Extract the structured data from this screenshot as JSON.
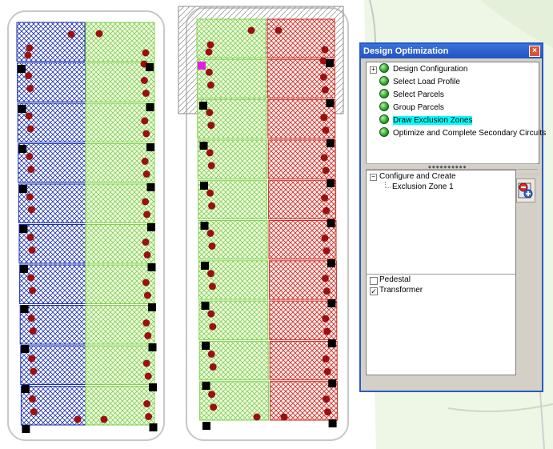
{
  "panel": {
    "title": "Design Optimization",
    "steps": [
      {
        "label": "Design Configuration",
        "expandable": true,
        "selected": false
      },
      {
        "label": "Select Load Profile",
        "expandable": false,
        "selected": false
      },
      {
        "label": "Select Parcels",
        "expandable": false,
        "selected": false
      },
      {
        "label": "Group Parcels",
        "expandable": false,
        "selected": false
      },
      {
        "label": "Draw Exclusion Zones",
        "expandable": false,
        "selected": true
      },
      {
        "label": "Optimize and Complete Secondary Circuits",
        "expandable": false,
        "selected": false
      }
    ],
    "tree": {
      "root": "Configure and Create",
      "child": "Exclusion Zone 1"
    },
    "layers": [
      {
        "label": "Pedestal",
        "checked": false
      },
      {
        "label": "Transformer",
        "checked": true
      }
    ]
  },
  "colors": {
    "blue_parcel": "#1a2fb0",
    "green_parcel": "#7fd24a",
    "red_parcel": "#cc2a20",
    "meter_dot": "#9b1010",
    "transformer": "#1e5bd6",
    "selected_transformer": "#e020e0",
    "selection_highlight": "#00ffff"
  }
}
